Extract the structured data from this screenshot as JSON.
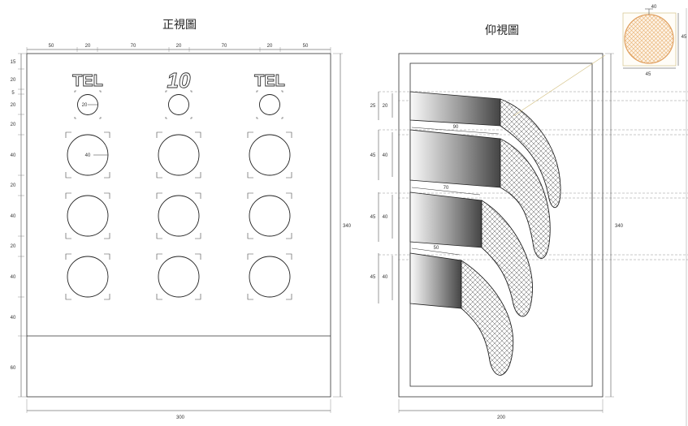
{
  "front_view": {
    "title": "正視圖",
    "labels": [
      "TEL",
      "10",
      "TEL"
    ],
    "top_dims": [
      "50",
      "20",
      "70",
      "20",
      "70",
      "20",
      "50"
    ],
    "left_dims": [
      "15",
      "20",
      "5",
      "20",
      "20",
      "40",
      "20",
      "40",
      "20",
      "40",
      "40",
      "60"
    ],
    "overall_width": "300",
    "overall_height": "340",
    "hole_note": "40",
    "small_hole_note": "20"
  },
  "bottom_view": {
    "title": "仰視圖",
    "overall_width": "200",
    "overall_height": "340",
    "blocks": [
      {
        "outer": "25",
        "inner": "20",
        "length": ""
      },
      {
        "outer": "45",
        "inner": "40",
        "length": "90"
      },
      {
        "outer": "45",
        "inner": "40",
        "length": "70"
      },
      {
        "outer": "45",
        "inner": "40",
        "length": "50"
      }
    ]
  },
  "detail": {
    "top": "40",
    "right": "45",
    "bottom": "45"
  },
  "colors": {
    "line": "#333333",
    "leader": "#d6c48a",
    "detail_hatch": "#e8b070"
  }
}
